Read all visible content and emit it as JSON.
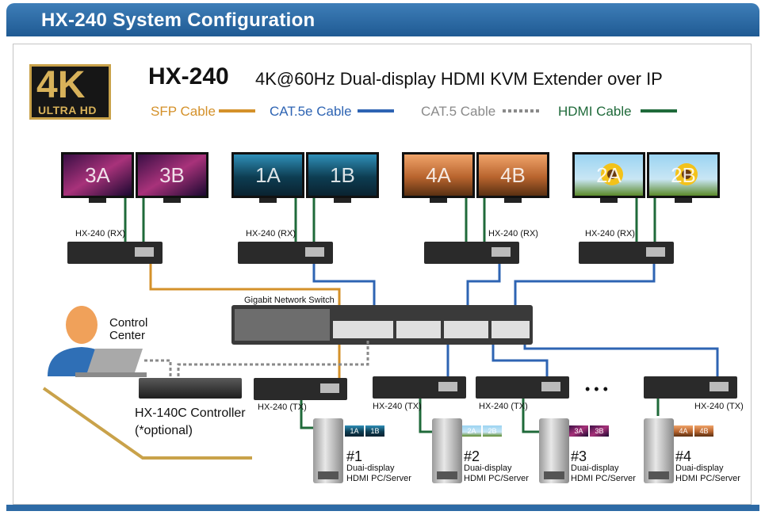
{
  "header": {
    "title": "HX-240 System Configuration"
  },
  "logo": {
    "big": "4K",
    "small": "ULTRA HD"
  },
  "product": {
    "model": "HX-240",
    "description": "4K@60Hz Dual-display HDMI KVM Extender over IP"
  },
  "legend": [
    {
      "label": "SFP Cable",
      "color": "#d4912a",
      "style": "solid"
    },
    {
      "label": "CAT.5e Cable",
      "color": "#2e64b3",
      "style": "solid"
    },
    {
      "label": "CAT.5 Cable",
      "color": "#8a8a8a",
      "style": "dotted"
    },
    {
      "label": "HDMI Cable",
      "color": "#1f6a3a",
      "style": "solid"
    }
  ],
  "monitors": [
    "3A",
    "3B",
    "1A",
    "1B",
    "4A",
    "4B",
    "2A",
    "2B"
  ],
  "receivers": [
    "HX-240 (RX)",
    "HX-240 (RX)",
    "HX-240 (RX)",
    "HX-240 (RX)"
  ],
  "switch_label": "Gigabit Network Switch",
  "control_center": {
    "line1": "Control",
    "line2": "Center"
  },
  "controller": {
    "line1": "HX-140C Controller",
    "line2": "(*optional)"
  },
  "transmitters": [
    "HX-240 (TX)",
    "HX-240 (TX)",
    "HX-240 (TX)",
    "HX-240 (TX)"
  ],
  "ellipsis": "• • •",
  "pcs": [
    {
      "number": "#1",
      "line1": "Duai-display",
      "line2": "HDMI PC/Server",
      "thumbs": [
        "1A",
        "1B"
      ]
    },
    {
      "number": "#2",
      "line1": "Duai-display",
      "line2": "HDMI PC/Server",
      "thumbs": [
        "2A",
        "2B"
      ]
    },
    {
      "number": "#3",
      "line1": "Duai-display",
      "line2": "HDMI PC/Server",
      "thumbs": [
        "3A",
        "3B"
      ]
    },
    {
      "number": "#4",
      "line1": "Duai-display",
      "line2": "HDMI PC/Server",
      "thumbs": [
        "4A",
        "4B"
      ]
    }
  ]
}
